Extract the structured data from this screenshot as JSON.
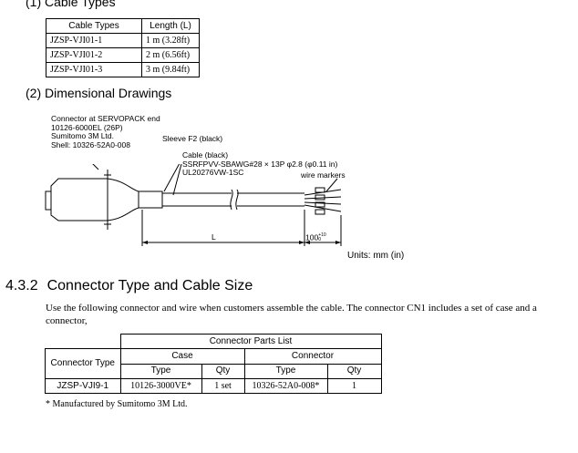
{
  "section1": {
    "title": "(1) Cable Types",
    "table": {
      "headers": [
        "Cable Types",
        "Length (L)"
      ],
      "rows": [
        [
          "JZSP-VJI01-1",
          "1 m (3.28ft)"
        ],
        [
          "JZSP-VJI01-2",
          "2 m (6.56ft)"
        ],
        [
          "JZSP-VJI01-3",
          "3 m (9.84ft)"
        ]
      ]
    }
  },
  "section2": {
    "title": "(2) Dimensional Drawings",
    "drawing": {
      "connector_label": [
        "Connector at SERVOPACK end",
        "10126-6000EL (26P)",
        "Sumitomo 3M Ltd.",
        "Shell: 10326-52A0-008"
      ],
      "sleeve_label": "Sleeve F2 (black)",
      "cable_label": [
        "Cable (black)",
        "SSRFPVV-SBAWG#28 × 13P  φ2.8 (φ0.11 in)",
        "UL20276VW-1SC"
      ],
      "wire_markers_label": "wire markers",
      "length_label": "L",
      "strip_label": "100",
      "strip_tol_plus": "+10",
      "strip_tol_minus": "0",
      "units": "Units: mm (in)"
    }
  },
  "section3": {
    "number": "4.3.2",
    "title": "Connector Type and Cable Size",
    "paragraph": "Use the following connector and wire when customers assemble the cable.  The connector CN1 includes a set of case and a connector,",
    "table": {
      "caption": "Connector Parts List",
      "col_connector_type": "Connector Type",
      "group_case": "Case",
      "group_connector": "Connector",
      "sub_type": "Type",
      "sub_qty": "Qty",
      "row": {
        "connector_type": "JZSP-VJI9-1",
        "case_type": "10126-3000VE*",
        "case_qty": "1 set",
        "connector_type_part": "10326-52A0-008*",
        "connector_qty": "1"
      }
    },
    "footnote": "*  Manufactured by Sumitomo 3M Ltd."
  }
}
